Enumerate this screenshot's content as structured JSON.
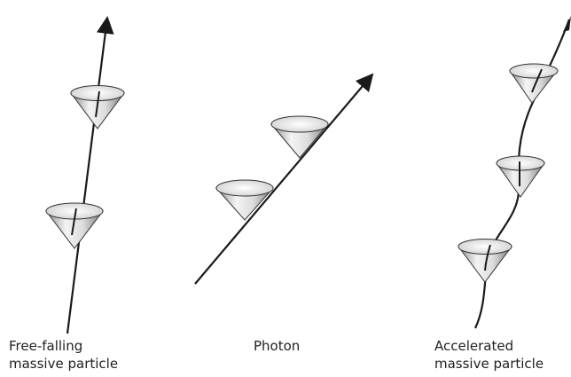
{
  "diagram": {
    "panels": [
      {
        "id": "free-falling",
        "caption_lines": [
          "Free-falling",
          "massive particle"
        ]
      },
      {
        "id": "photon",
        "caption_lines": [
          "Photon"
        ]
      },
      {
        "id": "accelerated",
        "caption_lines": [
          "Accelerated",
          "massive particle"
        ]
      }
    ],
    "colors": {
      "ink": "#1a1a1a",
      "cone_fill_light": "#f2f2f2",
      "cone_fill_dark": "#9a9a9a"
    }
  }
}
